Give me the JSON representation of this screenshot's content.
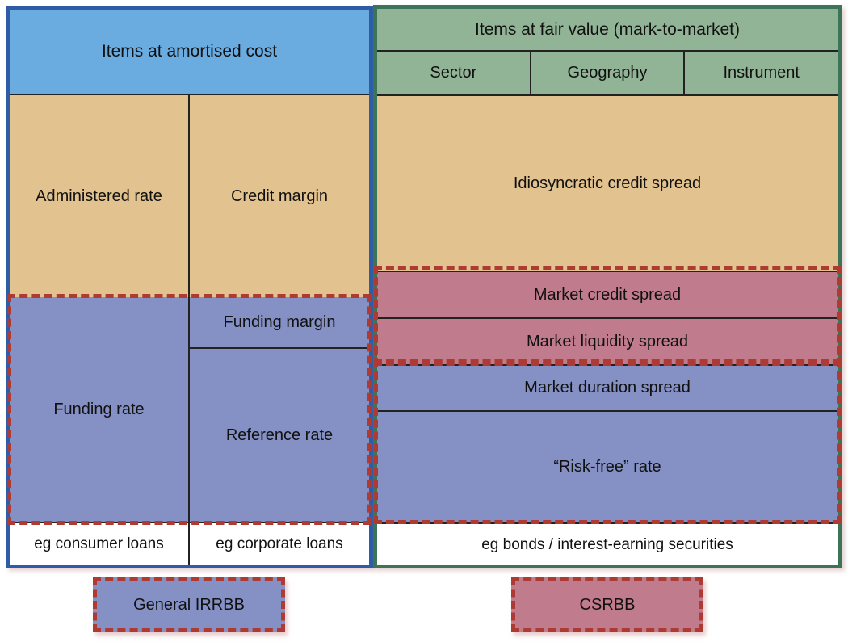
{
  "left_block": {
    "header": "Items at amortised cost",
    "cells": {
      "administered_rate": "Administered rate",
      "credit_margin": "Credit margin",
      "funding_rate": "Funding rate",
      "funding_margin": "Funding margin",
      "reference_rate": "Reference rate"
    },
    "examples": {
      "left": "eg consumer loans",
      "right": "eg corporate loans"
    }
  },
  "right_block": {
    "header": "Items at fair value (mark-to-market)",
    "subheaders": [
      "Sector",
      "Geography",
      "Instrument"
    ],
    "rows": [
      {
        "label": "Idiosyncratic credit spread",
        "fill": "#e2c28e"
      },
      {
        "label": "Market credit spread",
        "fill": "#c07c8c"
      },
      {
        "label": "Market liquidity spread",
        "fill": "#c07c8c"
      },
      {
        "label": "Market duration spread",
        "fill": "#8591c4"
      },
      {
        "label": "“Risk-free” rate",
        "fill": "#8591c4"
      }
    ],
    "example": "eg bonds / interest-earning securities"
  },
  "legend": [
    {
      "label": "General IRRBB",
      "fill": "#8591c4"
    },
    {
      "label": "CSRBB",
      "fill": "#c07c8c"
    }
  ],
  "colors": {
    "amortised_header_fill": "#6aabe0",
    "amortised_outline": "#2e5da6",
    "fair_value_header_fill": "#92b496",
    "fair_value_outline": "#3d7457",
    "margin_fill": "#e2c28e",
    "rate_fill": "#8591c4",
    "credit_spread_fill": "#c07c8c",
    "risk_scope_dash": "#ad3a33"
  }
}
